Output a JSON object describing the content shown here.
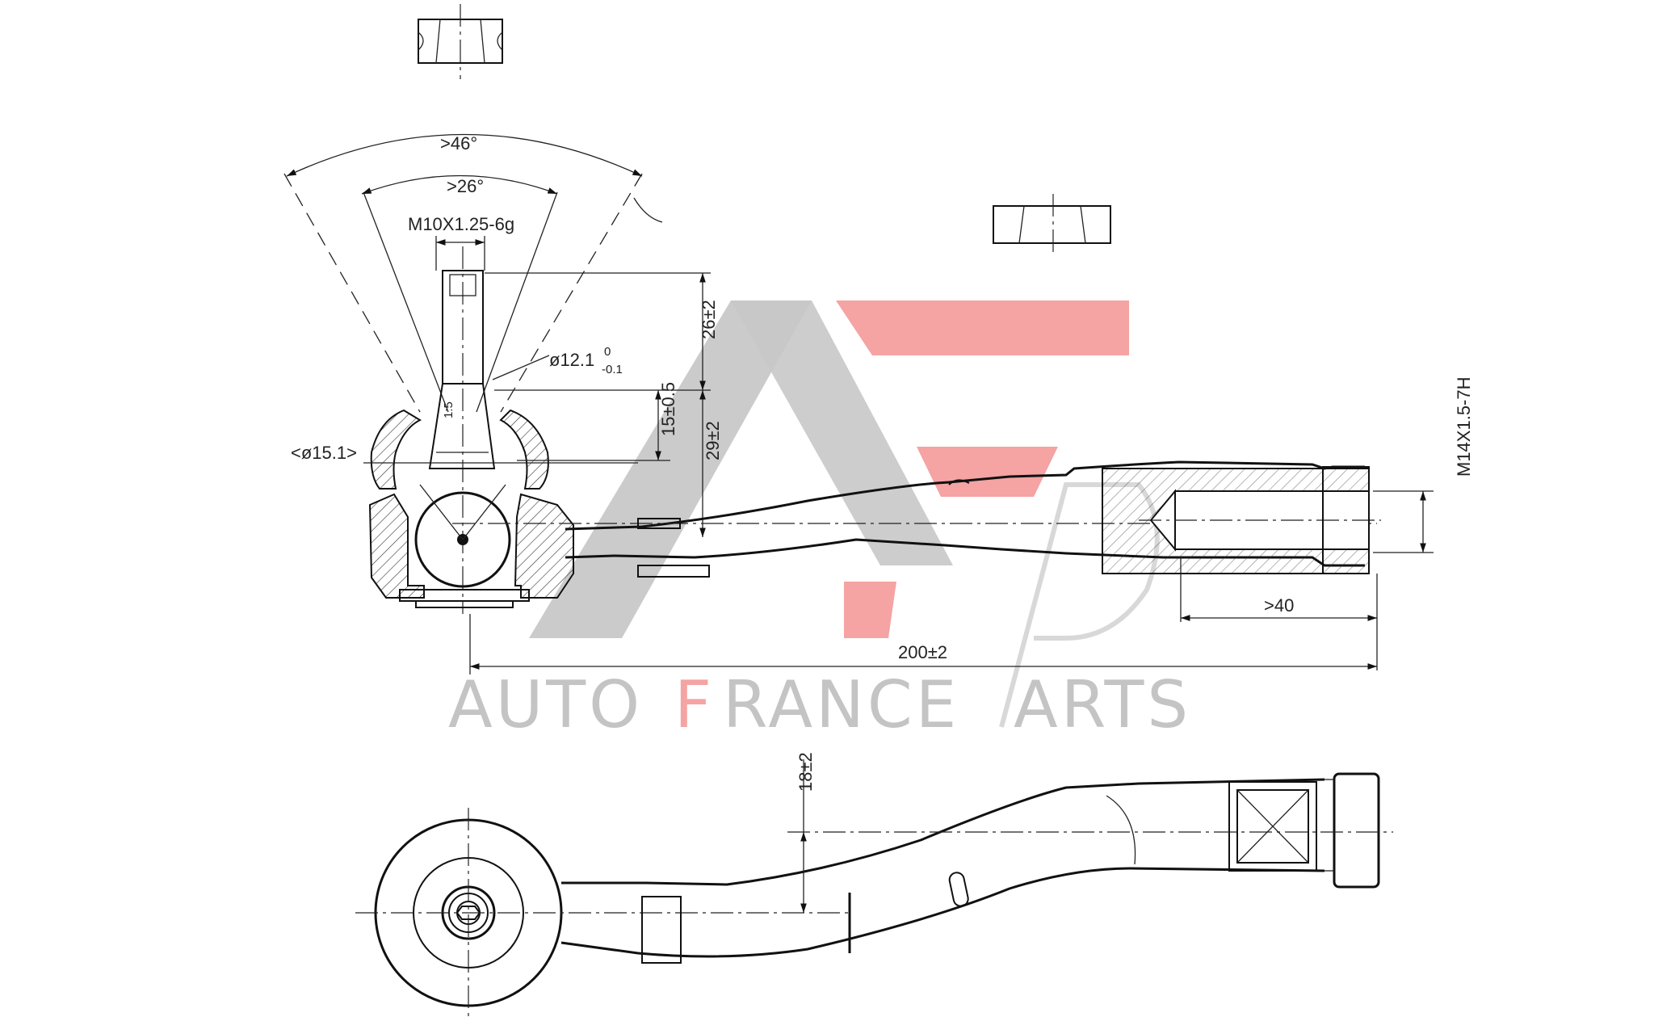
{
  "dimensions": {
    "angle_outer": ">46°",
    "angle_inner": ">26°",
    "thread_stud": "M10X1.25-6g",
    "diameter_stud_base": "ø12.1",
    "diameter_tol_upper": "0",
    "diameter_tol_lower": "-0.1",
    "taper": "1:5",
    "diameter_neck": "<ø15.1>",
    "stud_length": "26±2",
    "taper_height": "15±0.5",
    "ball_height": "29±2",
    "thread_inner": "M14X1.5-7H",
    "thread_depth": ">40",
    "overall_length": "200±2",
    "offset": "18±2"
  },
  "watermark": {
    "brand_line": "AUTO FRANCE PARTS",
    "word_1": "AUTO",
    "word_2_initial": "F",
    "word_2_rest": "RANCE",
    "word_3_rest": "ARTS",
    "accent_color": "#f5a3a3",
    "gray_color": "#c4c4c4"
  }
}
